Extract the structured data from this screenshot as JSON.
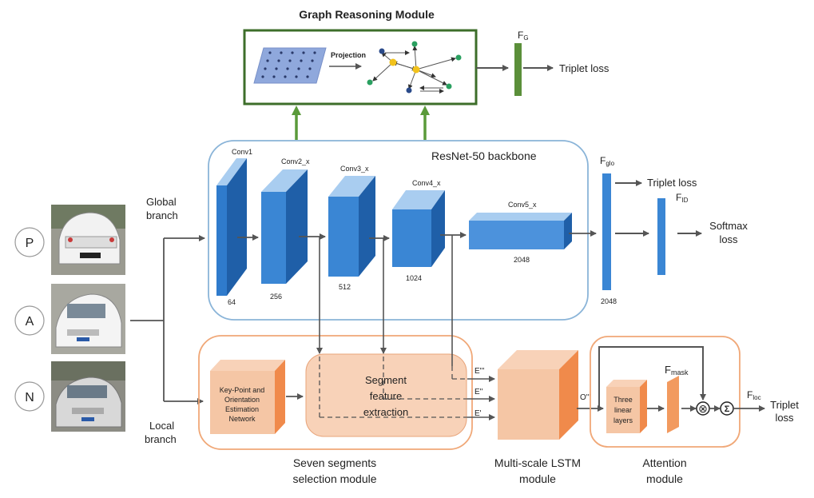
{
  "graph_module": {
    "title": "Graph Reasoning Module",
    "projection_label": "Projection"
  },
  "backbone": {
    "title": "ResNet-50 backbone",
    "layers": [
      {
        "name": "Conv1",
        "channels": "64"
      },
      {
        "name": "Conv2_x",
        "channels": "256"
      },
      {
        "name": "Conv3_x",
        "channels": "512"
      },
      {
        "name": "Conv4_x",
        "channels": "1024"
      },
      {
        "name": "Conv5_x",
        "channels": "2048"
      }
    ]
  },
  "features": {
    "fg": "F",
    "fg_sub": "G",
    "fglo": "F",
    "fglo_sub": "glo",
    "fglo_dim": "2048",
    "fid": "F",
    "fid_sub": "ID",
    "fmask": "F",
    "fmask_sub": "mask",
    "floc": "F",
    "floc_sub": "loc"
  },
  "losses": {
    "triplet_graph": "Triplet loss",
    "triplet_global": "Triplet loss",
    "softmax_1": "Softmax",
    "softmax_2": "loss",
    "triplet_local_1": "Triplet",
    "triplet_local_2": "loss"
  },
  "inputs": {
    "p": "P",
    "a": "A",
    "n": "N"
  },
  "branches": {
    "global_1": "Global",
    "global_2": "branch",
    "local_1": "Local",
    "local_2": "branch"
  },
  "local": {
    "keypoint_lines": [
      "Key-Point and",
      "Orientation",
      "Estimation",
      "Network"
    ],
    "segment_lines": [
      "Segment",
      "feature",
      "extraction"
    ],
    "e3": "E'''",
    "e2": "E''",
    "e1": "E'",
    "o3": "O'''",
    "linear_lines": [
      "Three",
      "linear",
      "layers"
    ],
    "otimes": "⊗",
    "sigma": "Σ"
  },
  "module_labels": {
    "seven_1": "Seven segments",
    "seven_2": "selection module",
    "lstm_1": "Multi-scale LSTM",
    "lstm_2": "module",
    "attention_1": "Attention",
    "attention_2": "module"
  },
  "colors": {
    "graph_border": "#3d6e2a",
    "green_arrow": "#5a9a3a",
    "backbone_border": "#8ab4d8",
    "blue_front": "#2f7bcc",
    "blue_top": "#a9cdf0",
    "blue_side": "#1f5fa8",
    "orange_border": "#f0a878",
    "orange_fill": "#f5c6a5",
    "orange_dark": "#f08a4b"
  }
}
